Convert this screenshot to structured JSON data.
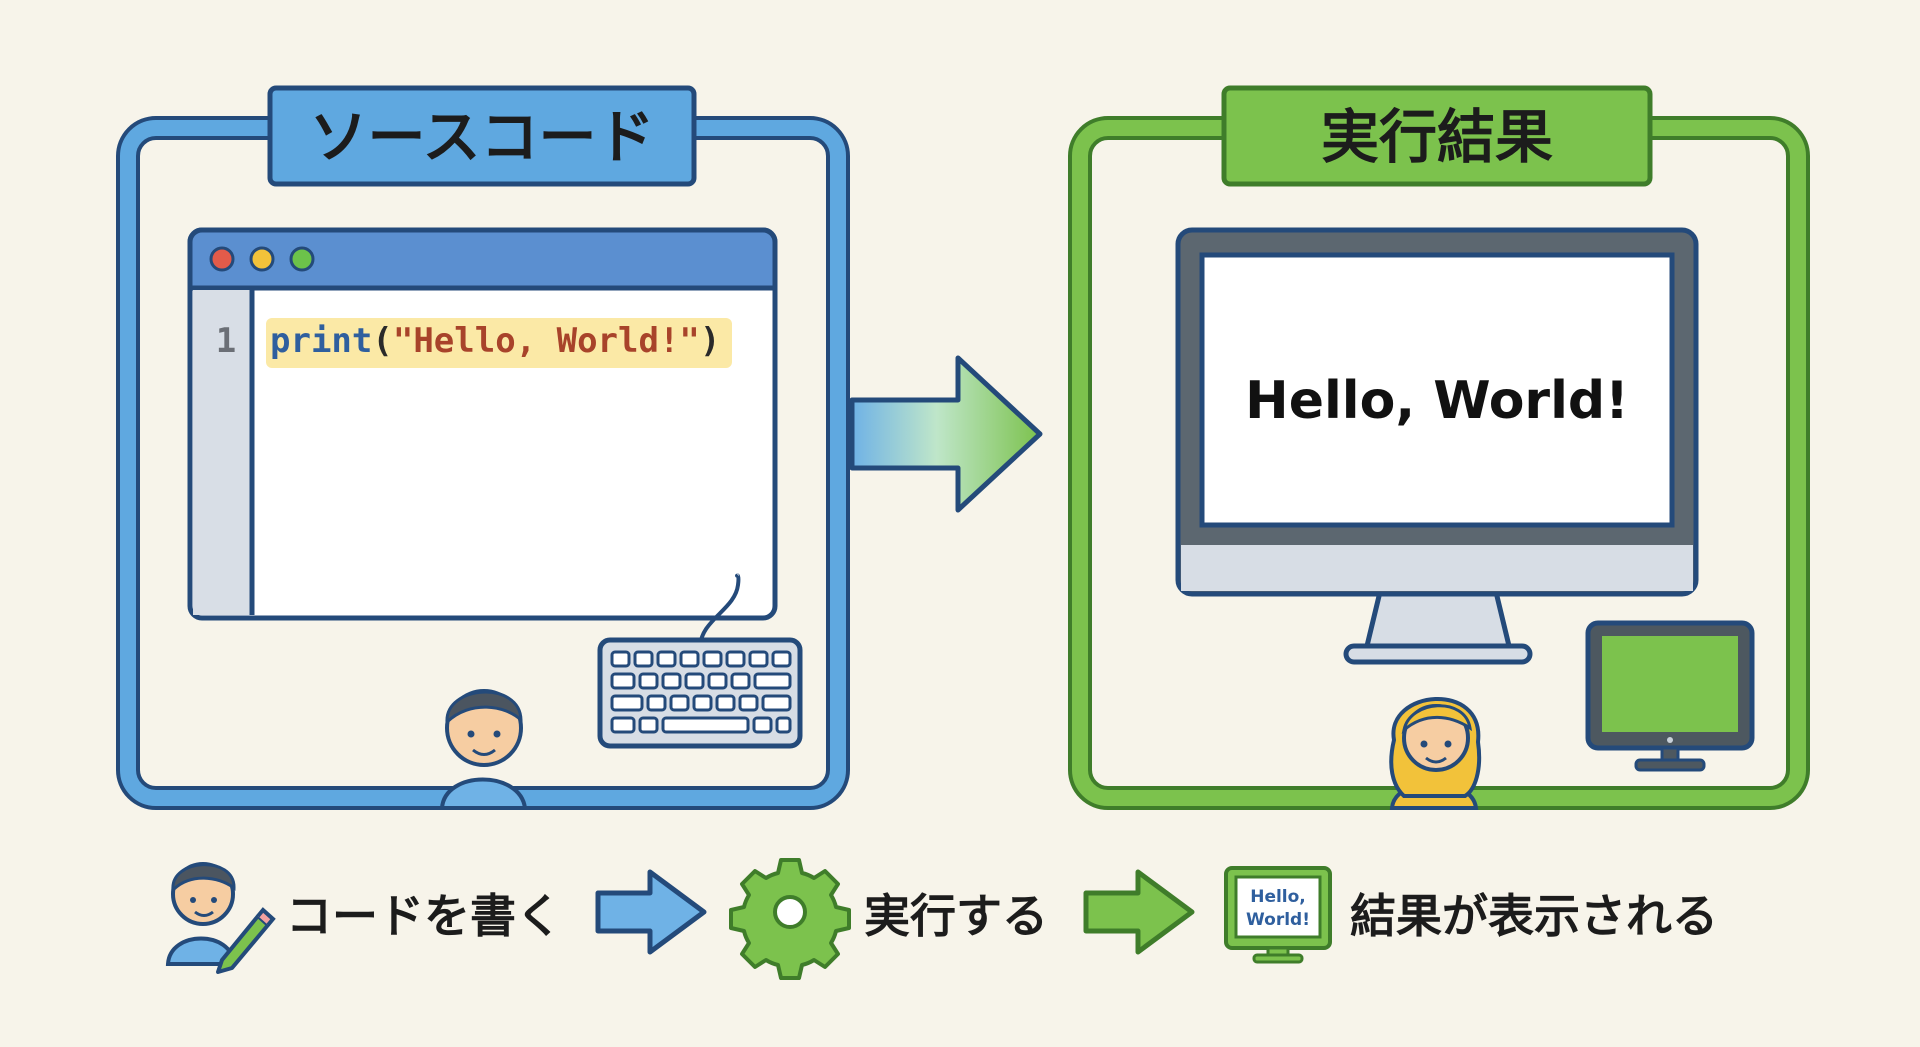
{
  "source_panel": {
    "title": "ソースコード"
  },
  "result_panel": {
    "title": "実行結果"
  },
  "editor": {
    "line_number": "1",
    "code_fn": "print",
    "code_open": "(",
    "code_string": "\"Hello, World!\"",
    "code_close": ")"
  },
  "monitor": {
    "output": "Hello, World!"
  },
  "steps": [
    {
      "label": "コードを書く"
    },
    {
      "label": "実行する"
    },
    {
      "label": "結果が表示される"
    }
  ],
  "mini_monitor": {
    "line1": "Hello,",
    "line2": "World!"
  },
  "colors": {
    "blue": "#5fa8e0",
    "blue_dark": "#244a7a",
    "green": "#7cc24d",
    "green_dark": "#3f7d2a",
    "background": "#f7f4ea"
  }
}
